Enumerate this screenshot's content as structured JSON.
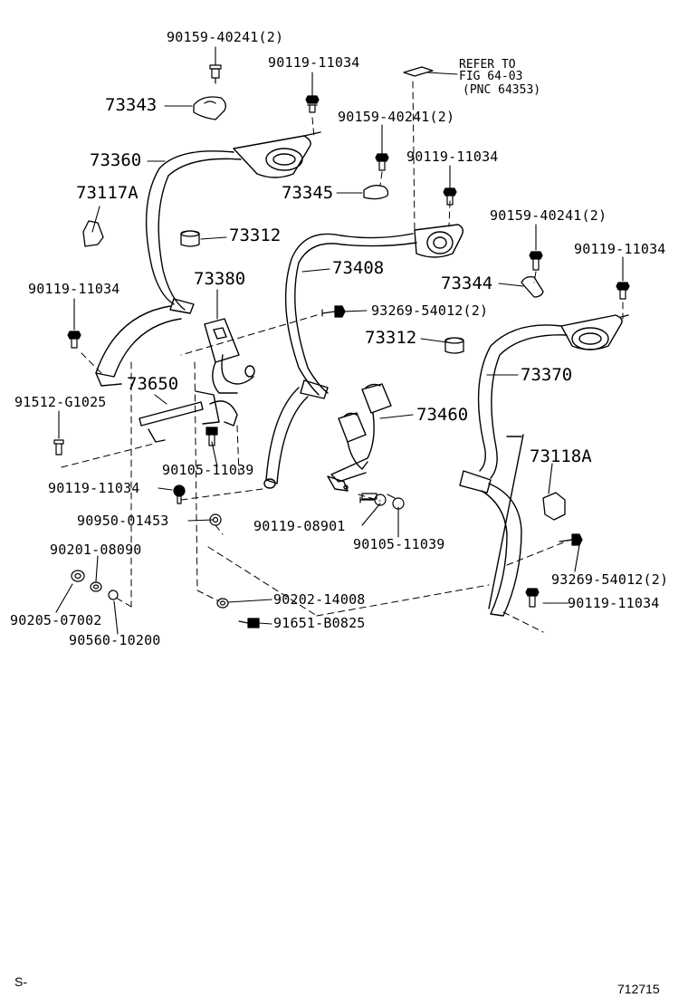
{
  "callouts": {
    "c1": "90159-40241(2)",
    "c2": "90119-11034",
    "c3": "73343",
    "c4": "REFER TO",
    "c5": "FIG 64-03",
    "c6": "(PNC 64353)",
    "c7": "90159-40241(2)",
    "c8": "73360",
    "c9": "90119-11034",
    "c10": "73117A",
    "c11": "73345",
    "c12": "90159-40241(2)",
    "c13": "73312",
    "c14": "90119-11034",
    "c15": "73408",
    "c16": "73380",
    "c17": "90119-11034",
    "c18": "73344",
    "c19": "93269-54012(2)",
    "c20": "73312",
    "c21": "73650",
    "c22": "73370",
    "c23": "91512-G1025",
    "c24": "73460",
    "c25": "73118A",
    "c26": "90105-11039",
    "c27": "90119-11034",
    "c28": "90950-01453",
    "c29": "90119-08901",
    "c30": "90105-11039",
    "c31": "90201-08090",
    "c32": "93269-54012(2)",
    "c33": "90202-14008",
    "c34": "90119-11034",
    "c35": "90205-07002",
    "c36": "91651-B0825",
    "c37": "90560-10200"
  },
  "footer": {
    "left": "S-",
    "right": "712715"
  }
}
